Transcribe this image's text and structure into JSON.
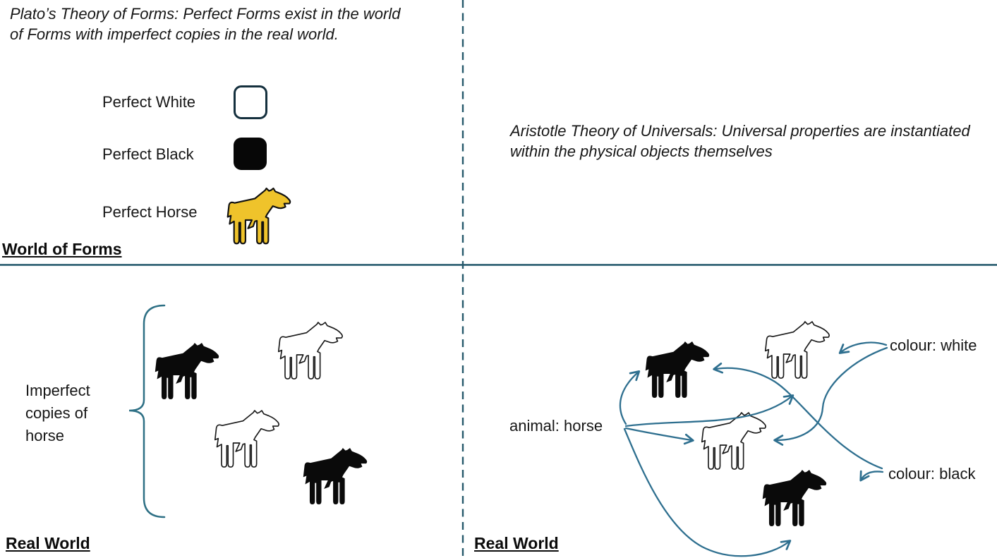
{
  "colors": {
    "accent_arrow_blue": "#2E6F8F",
    "divider_line": "#1F5568",
    "dashed_divider": "#26596B",
    "swatch_border_navy": "#15303E",
    "horse_yellow": "#EFC32B",
    "text": "#161616"
  },
  "plato": {
    "title": "Plato’s Theory of Forms: Perfect Forms exist in the world of Forms with imperfect copies in the real world.",
    "forms": [
      {
        "label": "Perfect White",
        "icon": "white-square-swatch"
      },
      {
        "label": "Perfect Black",
        "icon": "black-square-swatch"
      },
      {
        "label": "Perfect Horse",
        "icon": "yellow-horse-icon"
      }
    ],
    "world_of_forms_label": "World of Forms",
    "real_world_label": "Real World",
    "imperfect_copies_label": "Imperfect copies of horse"
  },
  "aristotle": {
    "title": "Aristotle Theory of Universals: Universal properties are instantiated within the physical objects themselves",
    "real_world_label": "Real World",
    "labels": {
      "animal": "animal: horse",
      "colour_white": "colour: white",
      "colour_black": "colour: black"
    }
  }
}
